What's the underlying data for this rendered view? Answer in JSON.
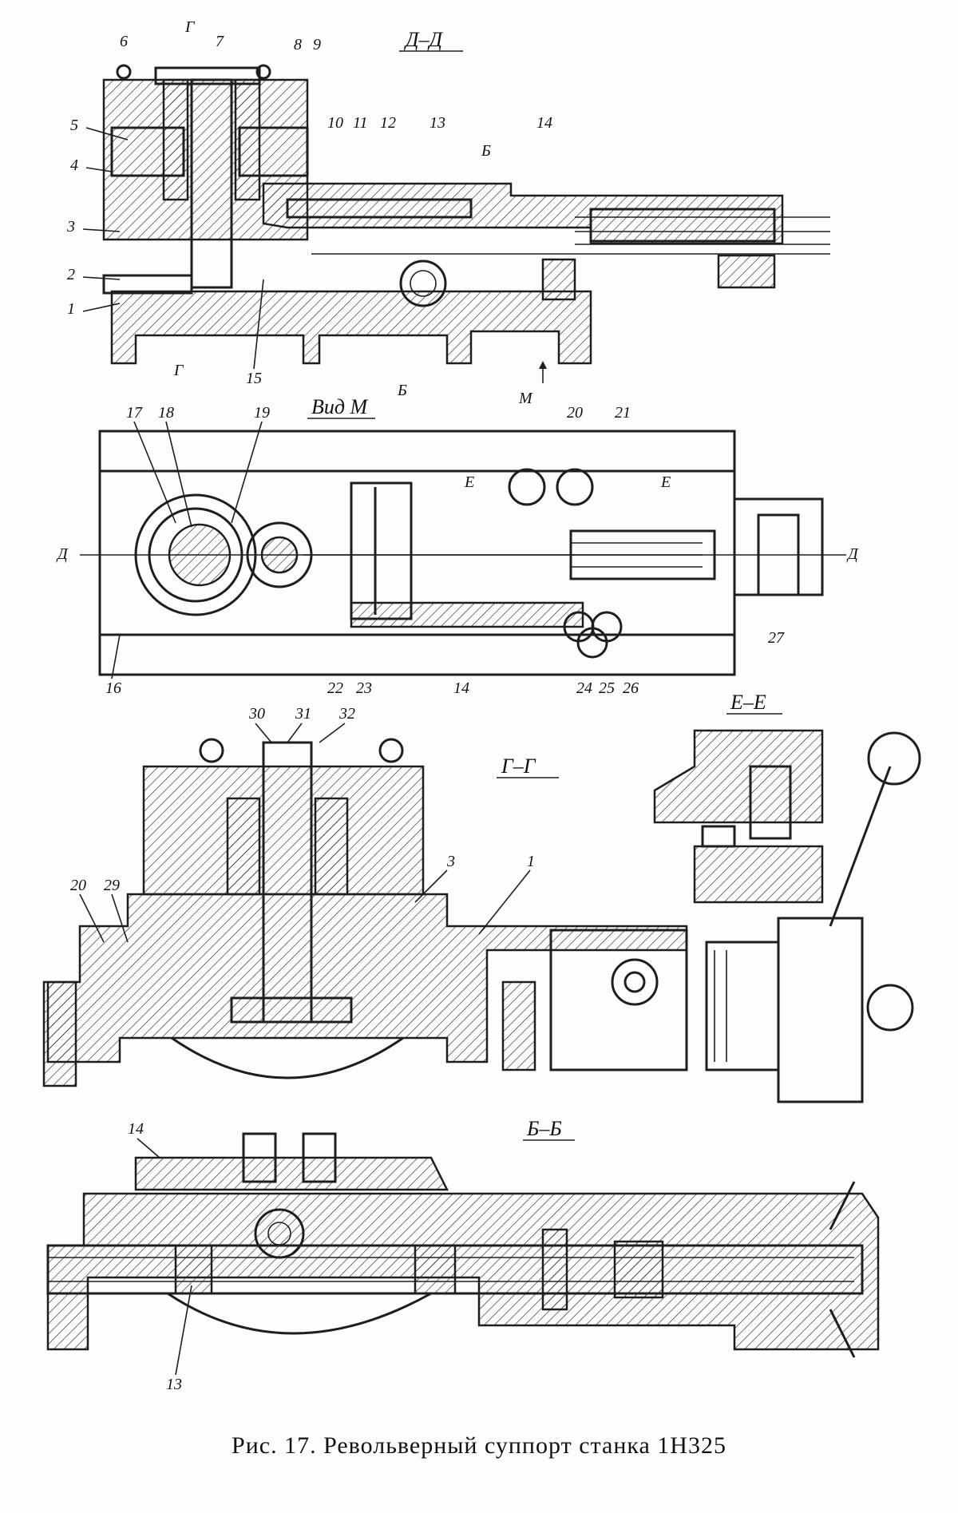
{
  "caption": "Рис. 17. Револьверный суппорт станка 1Н325",
  "sections": {
    "dd": "Д–Д",
    "view_m": "Вид М",
    "gg": "Г–Г",
    "ee": "Е–Е",
    "bb": "Б–Б"
  },
  "callouts": {
    "top": [
      "6",
      "7",
      "8",
      "9",
      "5",
      "4",
      "10",
      "11",
      "12",
      "13",
      "14",
      "3",
      "2",
      "1",
      "15"
    ],
    "view": [
      "17",
      "18",
      "19",
      "20",
      "21",
      "22",
      "23",
      "14",
      "24",
      "25",
      "26",
      "27",
      "16"
    ],
    "gg": [
      "30",
      "31",
      "32",
      "20",
      "29",
      "3",
      "1"
    ],
    "bb": [
      "14",
      "13"
    ]
  },
  "cut_marks": {
    "g": "Г",
    "b": "Б",
    "m": "М",
    "d": "Д",
    "e": "Е"
  }
}
